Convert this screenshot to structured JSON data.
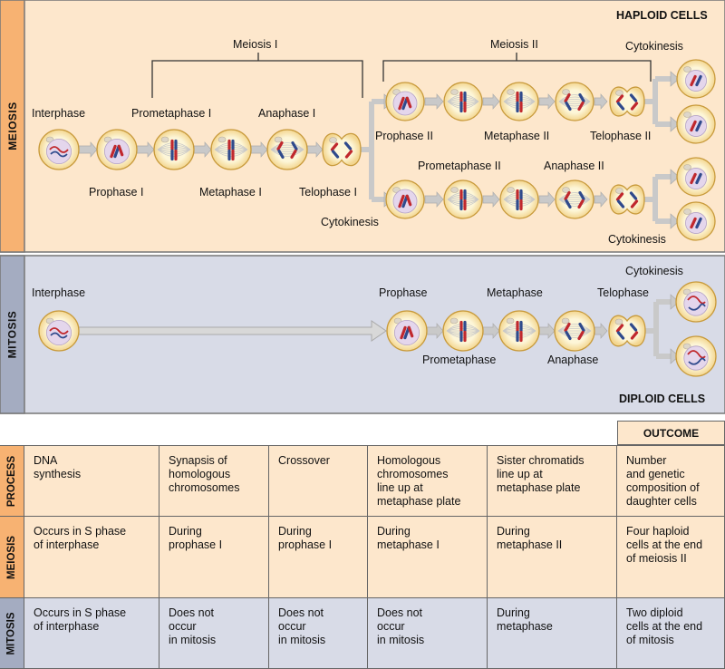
{
  "colors": {
    "meiosis_bg": "#fde7cc",
    "mitosis_bg": "#d8dbe7",
    "side_meiosis": "#f7b272",
    "side_mitosis": "#a4acc1",
    "cell_fill": "#fdf3c7",
    "cell_stroke": "#c89a3b",
    "nucleus": "#e4d6ec",
    "red_chrom": "#c0282d",
    "blue_chrom": "#2f4a8c",
    "arrow": "#c9c9c9"
  },
  "diagram": {
    "meiosis_side": "MEIOSIS",
    "mitosis_side": "MITOSIS",
    "haploid": "HAPLOID CELLS",
    "diploid": "DIPLOID CELLS",
    "meiosis1": "Meiosis I",
    "meiosis2": "Meiosis II",
    "labels": {
      "interphase": "Interphase",
      "prophase1": "Prophase I",
      "prometaphase1": "Prometaphase I",
      "metaphase1": "Metaphase I",
      "anaphase1": "Anaphase I",
      "telophase1": "Telophase I",
      "cytokinesis_a": "Cytokinesis",
      "prophase2": "Prophase II",
      "metaphase2": "Metaphase II",
      "telophase2": "Telophase II",
      "cytokinesis_b": "Cytokinesis",
      "prometaphase2": "Prometaphase II",
      "anaphase2": "Anaphase II",
      "cytokinesis_c": "Cytokinesis",
      "mit_interphase": "Interphase",
      "mit_prophase": "Prophase",
      "mit_metaphase": "Metaphase",
      "mit_telophase": "Telophase",
      "mit_cytokinesis": "Cytokinesis",
      "mit_prometaphase": "Prometaphase",
      "mit_anaphase": "Anaphase"
    }
  },
  "table": {
    "outcome_header": "OUTCOME",
    "row_process": "PROCESS",
    "row_meiosis": "MEIOSIS",
    "row_mitosis": "MITOSIS",
    "process": [
      "DNA\nsynthesis",
      "Synapsis of\nhomologous\nchromosomes",
      "Crossover",
      "Homologous\nchromosomes\nline up at\nmetaphase plate",
      "Sister chromatids\nline up at\nmetaphase plate",
      "Number\nand genetic\ncomposition of\ndaughter cells"
    ],
    "meiosis": [
      "Occurs in S phase\nof interphase",
      "During\nprophase I",
      "During\nprophase I",
      "During\nmetaphase I",
      "During\nmetaphase II",
      "Four haploid\ncells at the end\nof meiosis II"
    ],
    "mitosis": [
      "Occurs in S phase\nof interphase",
      "Does not\noccur\nin mitosis",
      "Does not\noccur\nin mitosis",
      "Does not\noccur\nin mitosis",
      "During\nmetaphase",
      "Two diploid\ncells at the end\nof mitosis"
    ]
  }
}
